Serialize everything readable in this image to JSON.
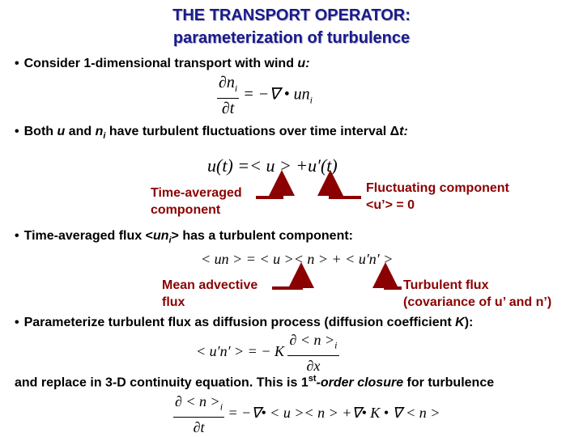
{
  "title": {
    "line1": "THE TRANSPORT OPERATOR:",
    "line2": "parameterization of turbulence"
  },
  "bullets": {
    "b1_text": "Consider 1-dimensional transport with wind ",
    "b1_var": "u:",
    "b2_pre": "Both ",
    "b2_u": "u",
    "b2_and": " and ",
    "b2_n": "n",
    "b2_sub": "i",
    "b2_post": " have turbulent fluctuations over time interval ",
    "b2_delta": "Δ",
    "b2_t": "t:",
    "b3_pre": "Time-averaged flux <",
    "b3_un": "un",
    "b3_sub": "i",
    "b3_post": "> has a turbulent component:",
    "b4_pre": "Parameterize turbulent flux as diffusion process (diffusion coefficient ",
    "b4_K": "K",
    "b4_post": "):",
    "final_pre": "and replace in 3-D continuity equation.  This is 1",
    "final_sup": "st",
    "final_mid": "-order closure",
    "final_post": " for turbulence"
  },
  "annotations": {
    "time_averaged_1": "Time-averaged",
    "time_averaged_2": "component",
    "fluctuating_1": "Fluctuating component",
    "fluctuating_2": "<u’> = 0",
    "mean_advective_1": "Mean advective",
    "mean_advective_2": "flux",
    "turbulent_flux_1": "Turbulent flux",
    "turbulent_flux_2": "(covariance of u’ and n’)"
  },
  "equations": {
    "eq1_num": "∂n",
    "eq1_den": "∂t",
    "eq1_rhs": "= −∇ • un",
    "eq2": "u(t) =< u > +u′(t)",
    "eq3": "< un > = < u >< n > + < u′n′ >",
    "eq4_lhs": "< u′n′ > = − K",
    "eq4_num": "∂ < n >",
    "eq4_den": "∂x",
    "eq5_num": "∂ < n >",
    "eq5_den": "∂t",
    "eq5_rhs": "= −∇• < u >< n > +∇• K • ∇ < n >",
    "sub_i": "i"
  },
  "colors": {
    "title": "#1a1a8c",
    "annotation": "#8b0000",
    "text": "#000000"
  }
}
